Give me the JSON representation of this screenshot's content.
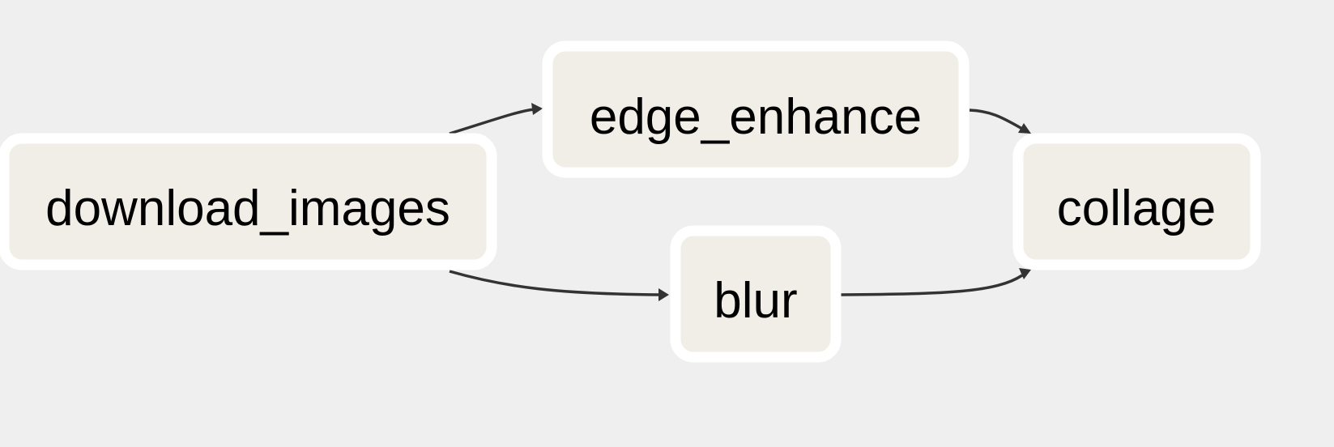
{
  "diagram": {
    "nodes": [
      {
        "id": "download_images",
        "label": "download_images"
      },
      {
        "id": "edge_enhance",
        "label": "edge_enhance"
      },
      {
        "id": "blur",
        "label": "blur"
      },
      {
        "id": "collage",
        "label": "collage"
      }
    ],
    "edges": [
      {
        "from": "download_images",
        "to": "edge_enhance"
      },
      {
        "from": "download_images",
        "to": "blur"
      },
      {
        "from": "edge_enhance",
        "to": "collage"
      },
      {
        "from": "blur",
        "to": "collage"
      }
    ],
    "colors": {
      "background": "#efefef",
      "node_fill": "#f0eee6",
      "node_border": "#ffffff",
      "edge": "#333333",
      "text": "#000000"
    }
  }
}
